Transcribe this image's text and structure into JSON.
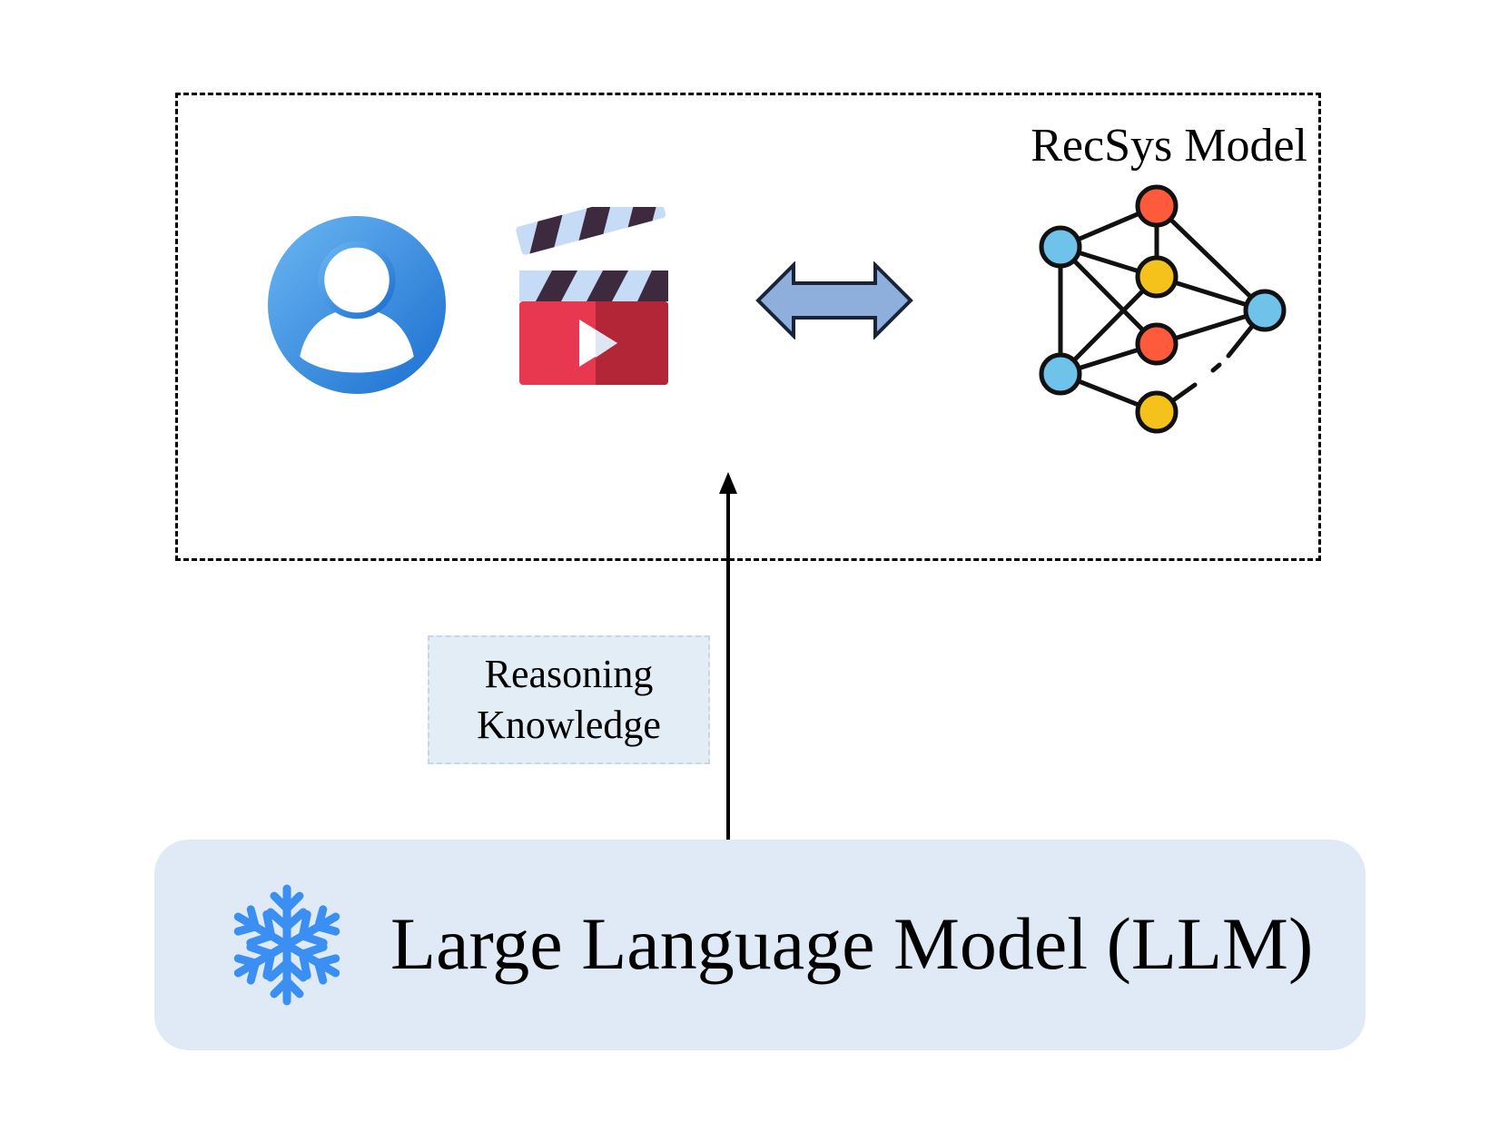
{
  "diagram": {
    "recsys": {
      "label": "RecSys Model",
      "icons": [
        "user-avatar-icon",
        "movie-clapperboard-icon",
        "double-arrow-icon",
        "neural-network-icon"
      ]
    },
    "knowledge": {
      "line1": "Reasoning",
      "line2": "Knowledge"
    },
    "llm": {
      "label": "Large Language Model (LLM)",
      "icon": "snowflake-icon"
    },
    "colors": {
      "user_blue": "#2f8fe0",
      "clapper_red": "#e8384f",
      "clapper_dark": "#3d2a3f",
      "arrow_fill": "#8eaedc",
      "node_red": "#ff5a3c",
      "node_blue": "#6fc3ea",
      "node_yellow": "#f5c21b",
      "snowflake": "#3b8ff3",
      "llm_bg": "#dfeaf6",
      "knowledge_bg": "#e3edf6"
    }
  }
}
